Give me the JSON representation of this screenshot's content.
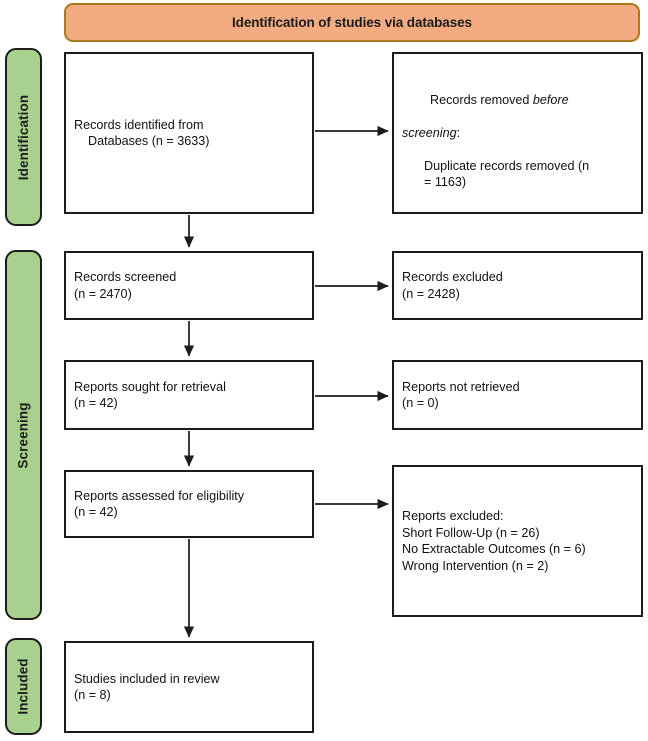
{
  "header": {
    "title": "Identification of studies via databases",
    "fill": "#f3ab81",
    "border": "#ab7a1e"
  },
  "stages": [
    {
      "id": "identification",
      "label": "Identification",
      "fill": "#a9d18e"
    },
    {
      "id": "screening",
      "label": "Screening",
      "fill": "#a9d18e"
    },
    {
      "id": "included",
      "label": "Included",
      "fill": "#a9d18e"
    }
  ],
  "boxes": {
    "identified": {
      "line1": "Records identified from",
      "line2": "Databases (n = 3633)"
    },
    "removed": {
      "line1_pre": "Records removed ",
      "line1_em": "before",
      "line2_em": "screening",
      "line2_post": ":",
      "line3": "Duplicate records removed (n",
      "line4": "= 1163)"
    },
    "screened": {
      "line1": "Records screened",
      "line2": "(n = 2470)"
    },
    "excluded_records": {
      "line1": "Records excluded",
      "line2": "(n = 2428)"
    },
    "sought": {
      "line1": "Reports sought for retrieval",
      "line2": "(n = 42)"
    },
    "not_retrieved": {
      "line1": "Reports not retrieved",
      "line2": "(n = 0)"
    },
    "assessed": {
      "line1": "Reports assessed for eligibility",
      "line2": "(n = 42)"
    },
    "excluded_reports": {
      "line1": "Reports excluded:",
      "line2": "Short Follow-Up (n = 26)",
      "line3": "No Extractable Outcomes (n = 6)",
      "line4": "Wrong Intervention (n = 2)"
    },
    "included": {
      "line1": "Studies included in review",
      "line2": "(n = 8)"
    }
  },
  "colors": {
    "box_border": "#1c1c1c",
    "box_fill": "#ffffff",
    "text": "#111111",
    "connector": "#1c1c1c",
    "page_background": "#ffffff"
  }
}
